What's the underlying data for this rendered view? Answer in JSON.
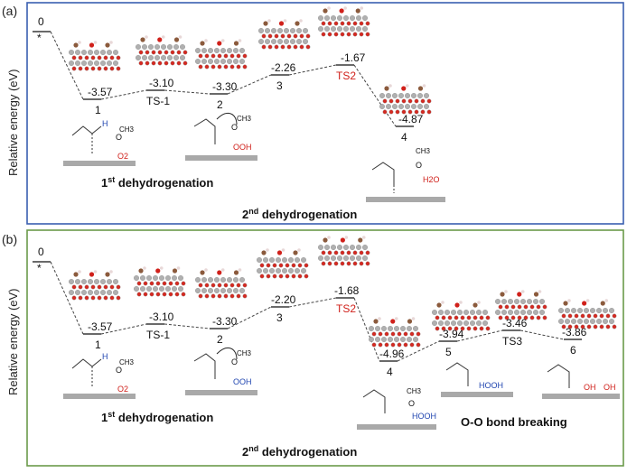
{
  "figure": {
    "y_axis_label": "Relative energy (eV)",
    "panels": [
      {
        "label": "(a)",
        "origin_value": "0",
        "origin_state": "*",
        "states": [
          {
            "name": "1",
            "value": "-3.57",
            "color": "#111111"
          },
          {
            "name": "TS-1",
            "value": "-3.10",
            "color": "#111111"
          },
          {
            "name": "2",
            "value": "-3.30",
            "color": "#111111"
          },
          {
            "name": "3",
            "value": "-2.26",
            "color": "#111111"
          },
          {
            "name": "TS2",
            "value": "-1.67",
            "color": "#d0201a"
          },
          {
            "name": "4",
            "value": "-4.87",
            "color": "#111111"
          }
        ],
        "step_labels": {
          "first": {
            "prefix": "1",
            "sup": "st",
            "rest": " dehydrogenation"
          },
          "second": {
            "prefix": "2",
            "sup": "nd",
            "rest": " dehydrogenation"
          }
        },
        "molecule_labels": {
          "ch3": "CH3",
          "o2": "O2",
          "ooh": "OOH",
          "h2o": "H2O",
          "o": "O",
          "h": "H"
        },
        "border_color": "#3a5fb0"
      },
      {
        "label": "(b)",
        "origin_value": "0",
        "origin_state": "*",
        "states": [
          {
            "name": "1",
            "value": "-3.57",
            "color": "#111111"
          },
          {
            "name": "TS-1",
            "value": "-3.10",
            "color": "#111111"
          },
          {
            "name": "2",
            "value": "-3.30",
            "color": "#111111"
          },
          {
            "name": "3",
            "value": "-2.20",
            "color": "#111111"
          },
          {
            "name": "TS2",
            "value": "-1.68",
            "color": "#d0201a"
          },
          {
            "name": "4",
            "value": "-4.96",
            "color": "#111111"
          },
          {
            "name": "5",
            "value": "-3.94",
            "color": "#111111"
          },
          {
            "name": "TS3",
            "value": "-3.46",
            "color": "#111111"
          },
          {
            "name": "6",
            "value": "-3.86",
            "color": "#111111"
          }
        ],
        "step_labels": {
          "first": {
            "prefix": "1",
            "sup": "st",
            "rest": " dehydrogenation"
          },
          "second": {
            "prefix": "2",
            "sup": "nd",
            "rest": " dehydrogenation"
          },
          "third": "O-O bond breaking"
        },
        "molecule_labels": {
          "ch3": "CH3",
          "o2": "O2",
          "ooh": "OOH",
          "hooh": "HOOH",
          "oh": "OH",
          "o": "O",
          "h": "H"
        },
        "border_color": "#6a9a4a"
      }
    ]
  }
}
